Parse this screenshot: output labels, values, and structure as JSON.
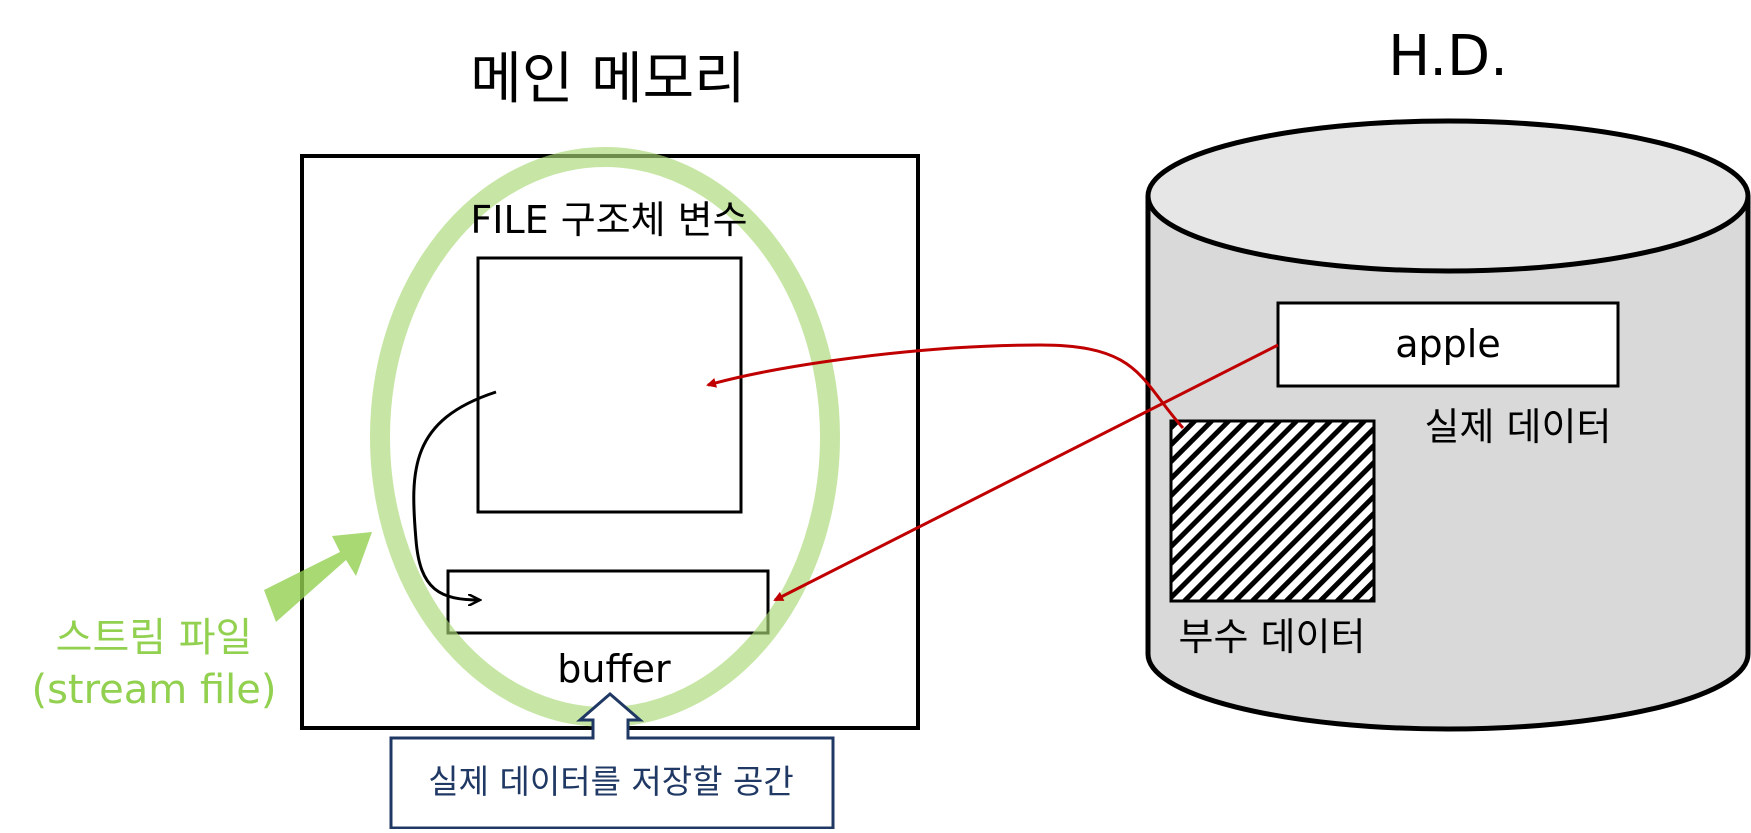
{
  "main_memory": {
    "title": "메인 메모리",
    "file_struct_label": "FILE 구조체 변수",
    "buffer_label": "buffer"
  },
  "hard_disk": {
    "title": "H.D.",
    "apple_label": "apple",
    "real_data_label": "실제 데이터",
    "aux_data_label": "부수 데이터"
  },
  "stream_file": {
    "label_ko": "스트림 파일",
    "label_en": "(stream file)"
  },
  "callout": {
    "text": "실제 데이터를 저장할 공간"
  },
  "colors": {
    "red_arrow": "#c00000",
    "green_highlight": "#a9d975",
    "callout_border": "#1f3864",
    "disk_fill": "#d9d9d9"
  }
}
